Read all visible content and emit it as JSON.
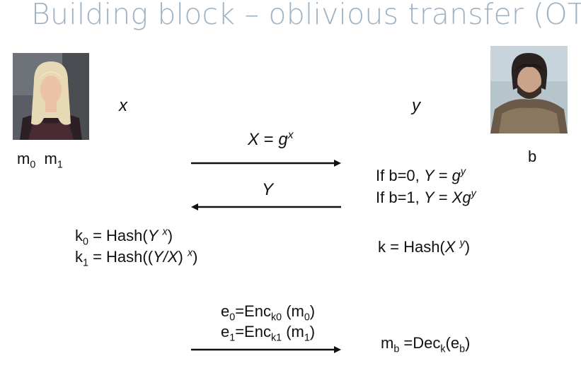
{
  "title": "Building block – oblivious transfer (OT)",
  "alice": {
    "portrait_icon": "person-portrait-blonde-woman",
    "secret_var": "x",
    "msg0": {
      "base": "m",
      "sub": "0"
    },
    "msg1": {
      "base": "m",
      "sub": "1"
    },
    "k0": {
      "prefix": "k",
      "sub": "0",
      "mid": " = Hash(",
      "Y": "Y",
      "sup": "x",
      "close": ")"
    },
    "k1": {
      "prefix": "k",
      "sub": "1",
      "mid": " = Hash((",
      "YX": "Y/X",
      "paren": ")",
      "sup": "x",
      "close": ")"
    }
  },
  "bob": {
    "portrait_icon": "person-portrait-dark-haired-man",
    "secret_var": "y",
    "choice": "b",
    "case0": {
      "cond": "If b=0, ",
      "lhs": "Y",
      "eq": " = ",
      "g": "g",
      "sup": "y"
    },
    "case1": {
      "cond": "If b=1, ",
      "lhs": "Y",
      "eq": " = ",
      "g": "Xg",
      "sup": "y"
    },
    "k": {
      "lhs": "k = Hash(",
      "X": "X",
      "sup": "y",
      "close": ")"
    },
    "result": {
      "m": "m",
      "sub": "b",
      "mid": " =Dec",
      "ksub": "k",
      "open": "(e",
      "esub": "b",
      "close": ")"
    }
  },
  "messages": {
    "msg1": {
      "X": "X",
      "eq": " = ",
      "g": "g",
      "sup": "x",
      "direction": "right"
    },
    "msg2": {
      "Y": "Y",
      "direction": "left"
    },
    "msg3": {
      "e0": {
        "e": "e",
        "sub": "0",
        "mid": "=Enc",
        "ksub": "k0",
        "open": " (m",
        "msub": "0",
        "close": ")"
      },
      "e1": {
        "e": "e",
        "sub": "1",
        "mid": "=Enc",
        "ksub": "k1",
        "open": " (m",
        "msub": "1",
        "close": ")"
      },
      "direction": "right"
    }
  },
  "colors": {
    "title": "#9fb2c3",
    "text": "#111111",
    "arrow": "#111111"
  }
}
